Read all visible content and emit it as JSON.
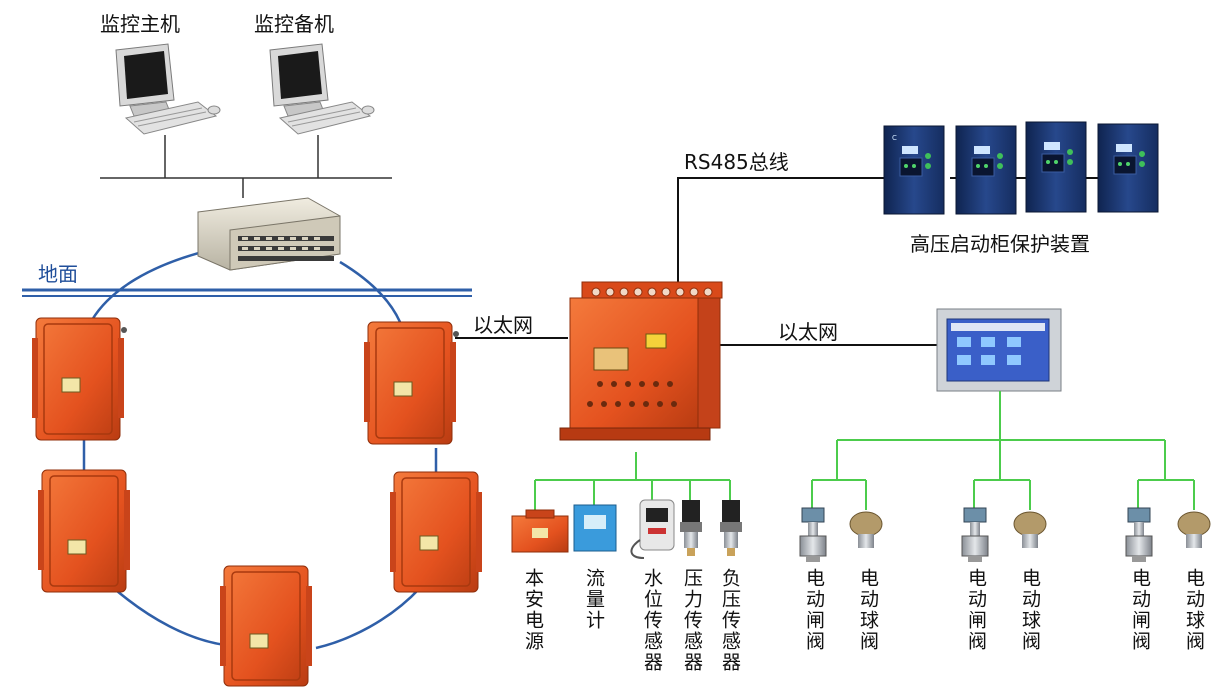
{
  "top": {
    "host_main": "监控主机",
    "host_backup": "监控备机"
  },
  "ground_label": "地面",
  "bus": {
    "rs485": "RS485总线",
    "eth_left": "以太网",
    "eth_right": "以太网"
  },
  "hv_cabinet_label": "高压启动柜保护装置",
  "sensors": [
    "本安电源",
    "流量计",
    "水位传感器",
    "压力传感器",
    "负压传感器"
  ],
  "valves": [
    "电动闸阀",
    "电动球阀",
    "电动闸阀",
    "电动球阀",
    "电动闸阀",
    "电动球阀"
  ],
  "colors": {
    "ring": "#2f5fa8",
    "ground_line": "#2f5fa8",
    "green_line": "#4ccc4c",
    "box_orange": "#e8501c",
    "box_dark": "#b83a10",
    "inverter_blue": "#1d3d7a"
  },
  "icons": {
    "host": "computer-icon",
    "switch": "network-switch-icon",
    "station": "explosion-proof-box-icon",
    "main_box": "main-control-box-icon",
    "inverter": "inverter-icon",
    "hmi": "touch-screen-icon",
    "valve": "valve-icon"
  }
}
